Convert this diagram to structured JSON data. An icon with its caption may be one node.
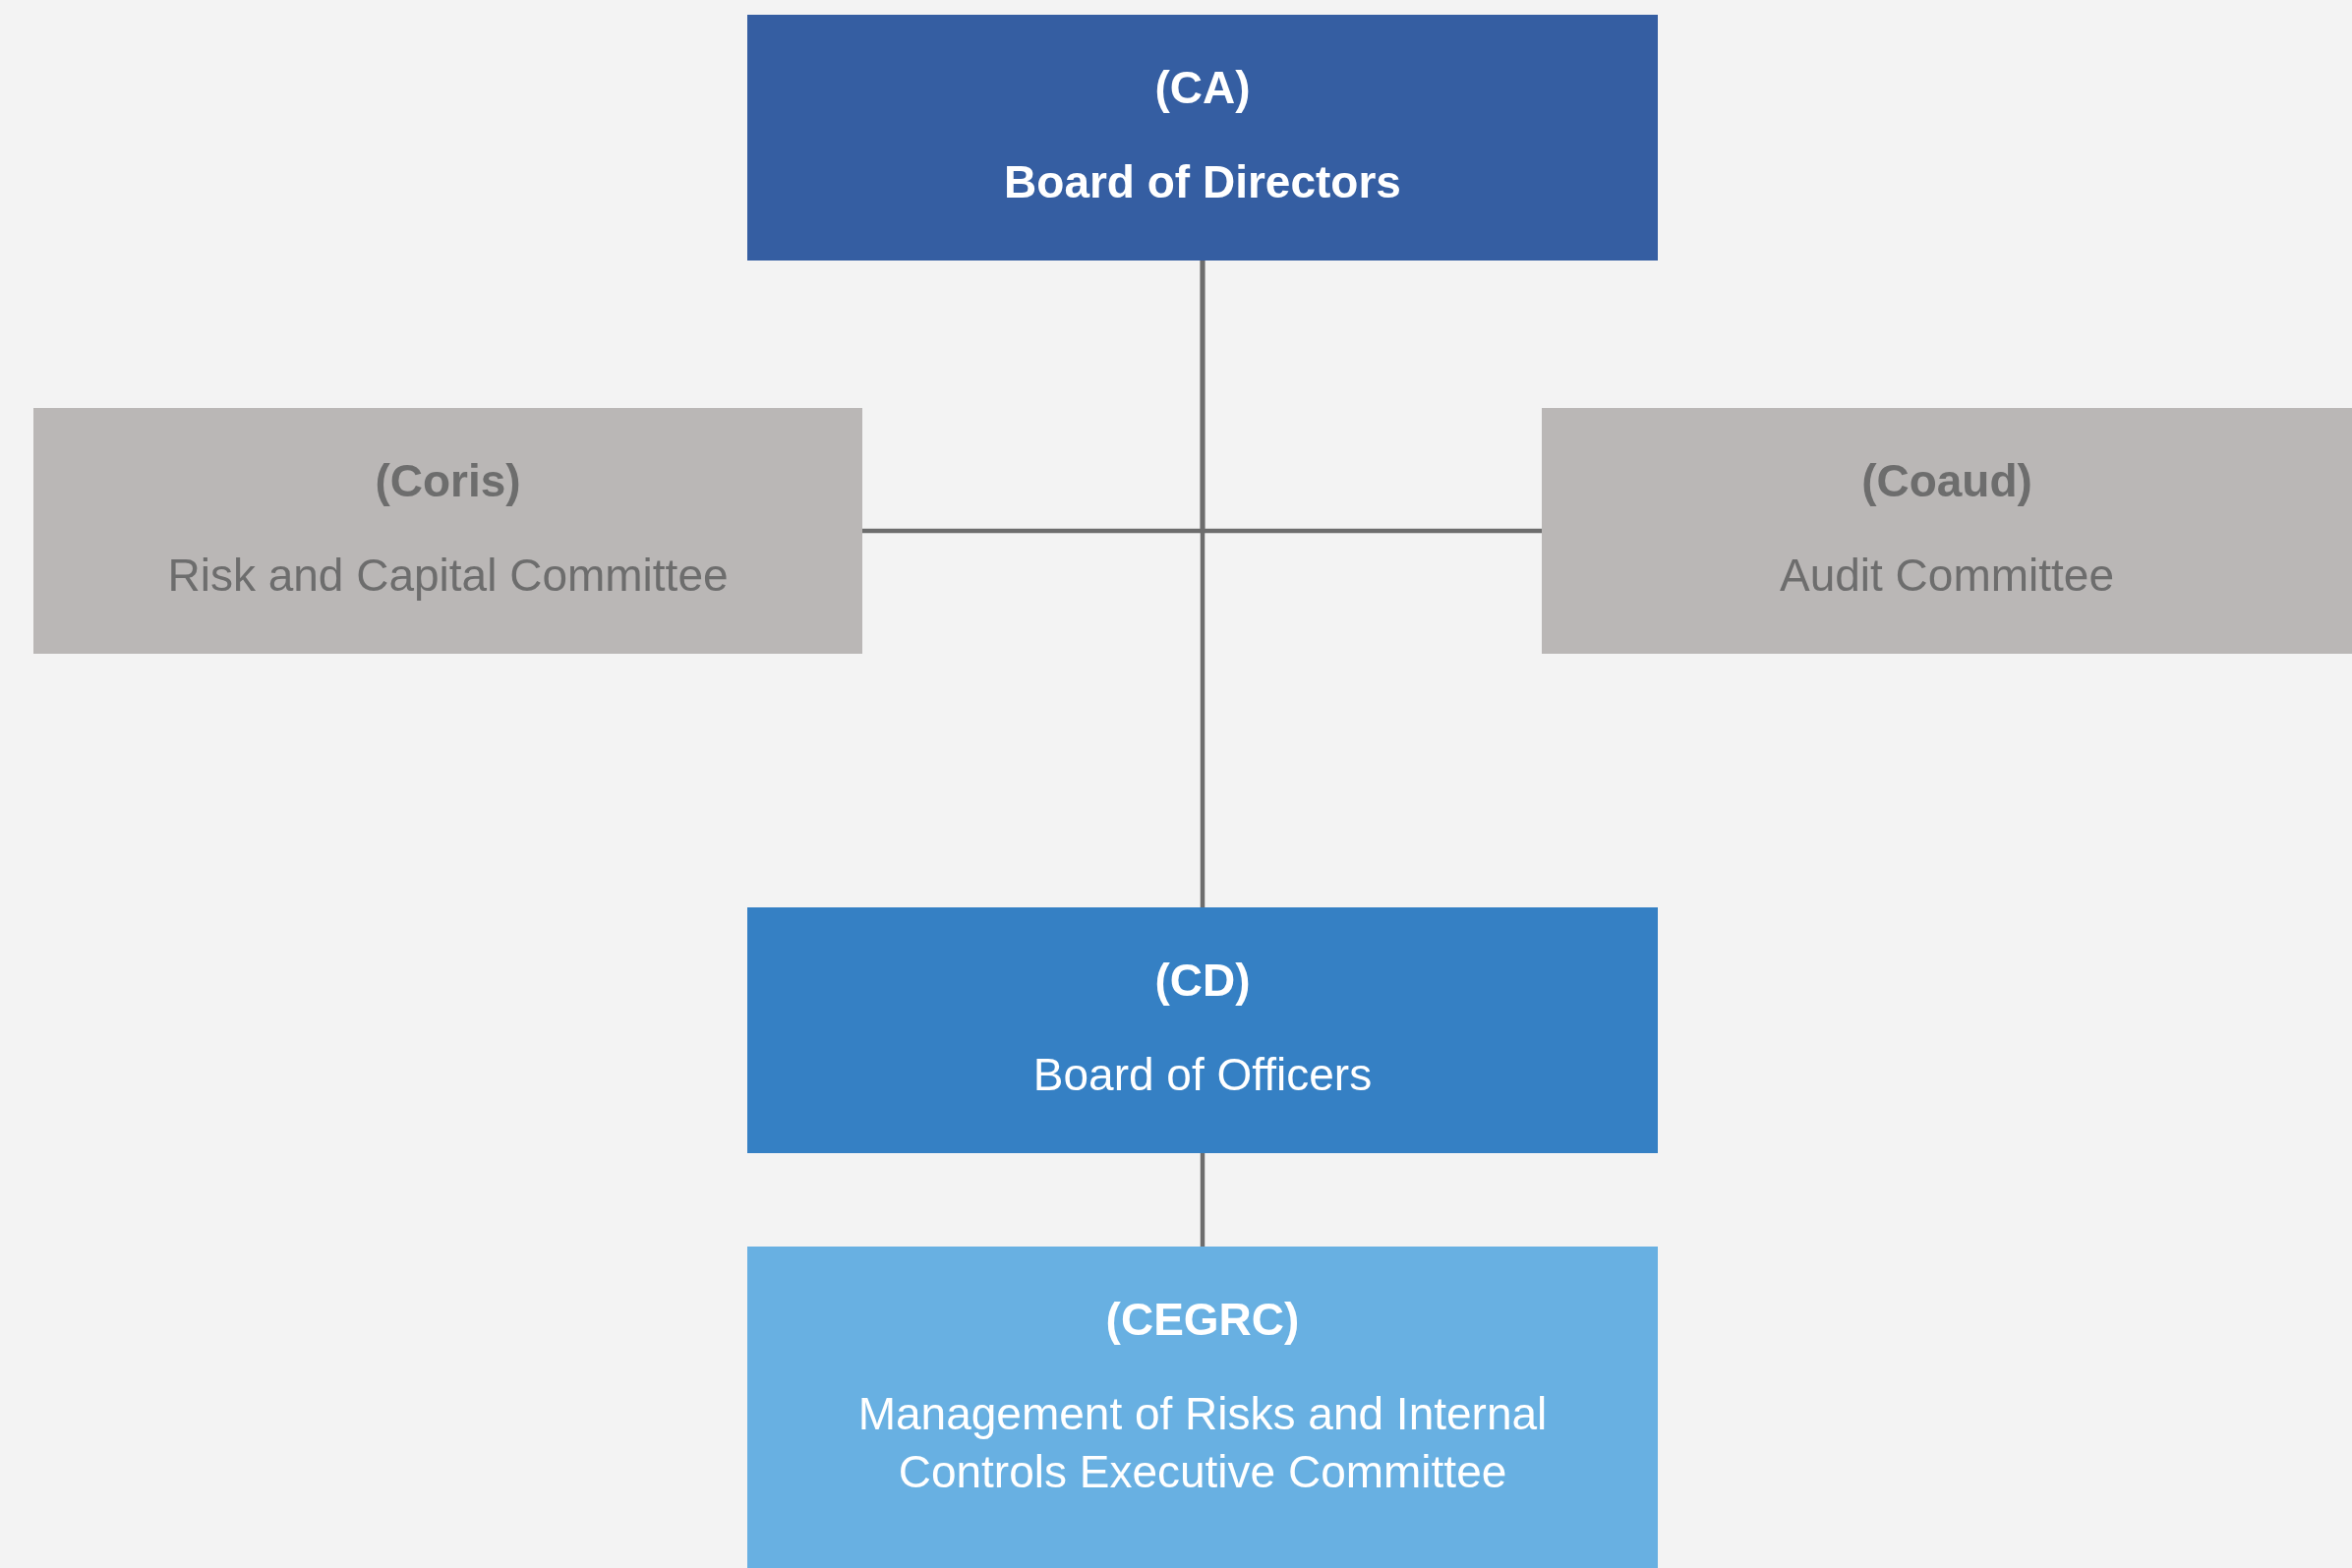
{
  "diagram": {
    "nodes": [
      {
        "text": [
          "(CA)",
          "Board of Directors"
        ]
      },
      {
        "text": [
          "(Coris)",
          "Risk and Capital Committee"
        ]
      },
      {
        "text": [
          "(Coaud)",
          "Audit Committee"
        ]
      },
      {
        "text": [
          "(CD)",
          "Board of Officers"
        ]
      },
      {
        "text": [
          "(CEGRC)",
          "Management of Risks and Internal Controls Executive Committee"
        ]
      }
    ],
    "edges": [
      {
        "from": 0,
        "to": 1,
        "arrow": "none"
      },
      {
        "from": 0,
        "to": 2,
        "arrow": "none"
      },
      {
        "from": 0,
        "to": 3,
        "arrow": "none"
      },
      {
        "from": 3,
        "to": 4,
        "arrow": "none"
      }
    ]
  }
}
